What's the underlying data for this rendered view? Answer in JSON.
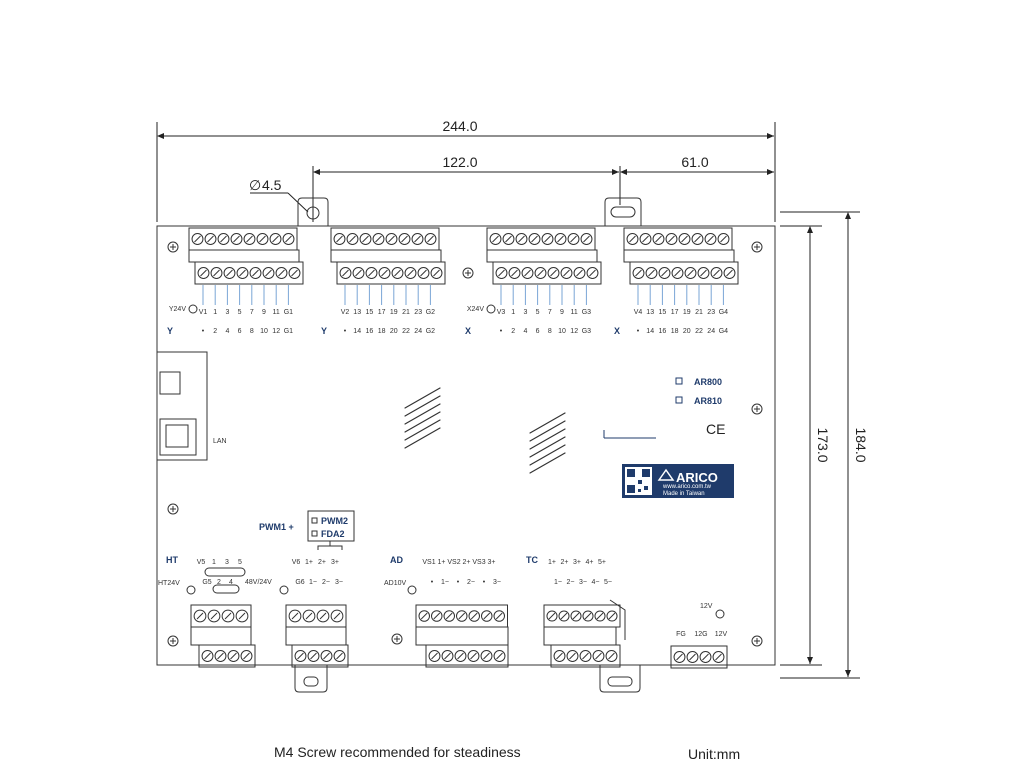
{
  "dimensions": {
    "total_width": "244.0",
    "half_width": "122.0",
    "quarter_width": "61.0",
    "hole_diameter": "4.5",
    "hole_symbol": "∅",
    "inner_height": "173.0",
    "total_height": "184.0"
  },
  "top_blocks": [
    {
      "side_label": "Y",
      "power": "Y24V",
      "top_pins": [
        "V1",
        "1",
        "3",
        "5",
        "7",
        "9",
        "11",
        "G1"
      ],
      "bottom_pins": [
        "•",
        "2",
        "4",
        "6",
        "8",
        "10",
        "12",
        "G1"
      ]
    },
    {
      "side_label": "Y",
      "power": "",
      "top_pins": [
        "V2",
        "13",
        "15",
        "17",
        "19",
        "21",
        "23",
        "G2"
      ],
      "bottom_pins": [
        "•",
        "14",
        "16",
        "18",
        "20",
        "22",
        "24",
        "G2"
      ]
    },
    {
      "side_label": "X",
      "power": "X24V",
      "top_pins": [
        "V3",
        "1",
        "3",
        "5",
        "7",
        "9",
        "11",
        "G3"
      ],
      "bottom_pins": [
        "•",
        "2",
        "4",
        "6",
        "8",
        "10",
        "12",
        "G3"
      ]
    },
    {
      "side_label": "X",
      "power": "",
      "top_pins": [
        "V4",
        "13",
        "15",
        "17",
        "19",
        "21",
        "23",
        "G4"
      ],
      "bottom_pins": [
        "•",
        "14",
        "16",
        "18",
        "20",
        "22",
        "24",
        "G4"
      ]
    }
  ],
  "models": [
    "AR800",
    "AR810"
  ],
  "ce_mark": "CE",
  "brand": {
    "name": "ARICO",
    "url": "www.arico.com.tw",
    "made": "Made in Taiwan"
  },
  "lan_label": "LAN",
  "pwm": {
    "label": "PWM1 +",
    "options": [
      "PWM2",
      "FDA2"
    ]
  },
  "bottom_groups": {
    "ht": {
      "title": "HT",
      "power": "HT24V",
      "top_pins": [
        "V5",
        "1",
        "3",
        "5"
      ],
      "bottom_pins": [
        "G5",
        "2",
        "4"
      ],
      "voltage": "48V/24V"
    },
    "v6": {
      "top_pins": [
        "V6",
        "1+",
        "2+",
        "3+"
      ],
      "bottom_pins": [
        "G6",
        "1−",
        "2−",
        "3−"
      ]
    },
    "ad": {
      "title": "AD",
      "power": "AD10V",
      "top_pins": [
        "VS1",
        "1+",
        "VS2",
        "2+",
        "VS3",
        "3+"
      ],
      "bottom_pins": [
        "•",
        "1−",
        "•",
        "2−",
        "•",
        "3−"
      ]
    },
    "tc": {
      "title": "TC",
      "top_pins": [
        "1+",
        "2+",
        "3+",
        "4+",
        "5+"
      ],
      "bottom_pins": [
        "1−",
        "2−",
        "3−",
        "4−",
        "5−"
      ]
    },
    "pwr": {
      "label": "12V",
      "pins": [
        "FG",
        "12G",
        "12V"
      ]
    }
  },
  "footer": {
    "screw_note": "M4 Screw recommended for steadiness",
    "unit": "Unit:mm"
  }
}
